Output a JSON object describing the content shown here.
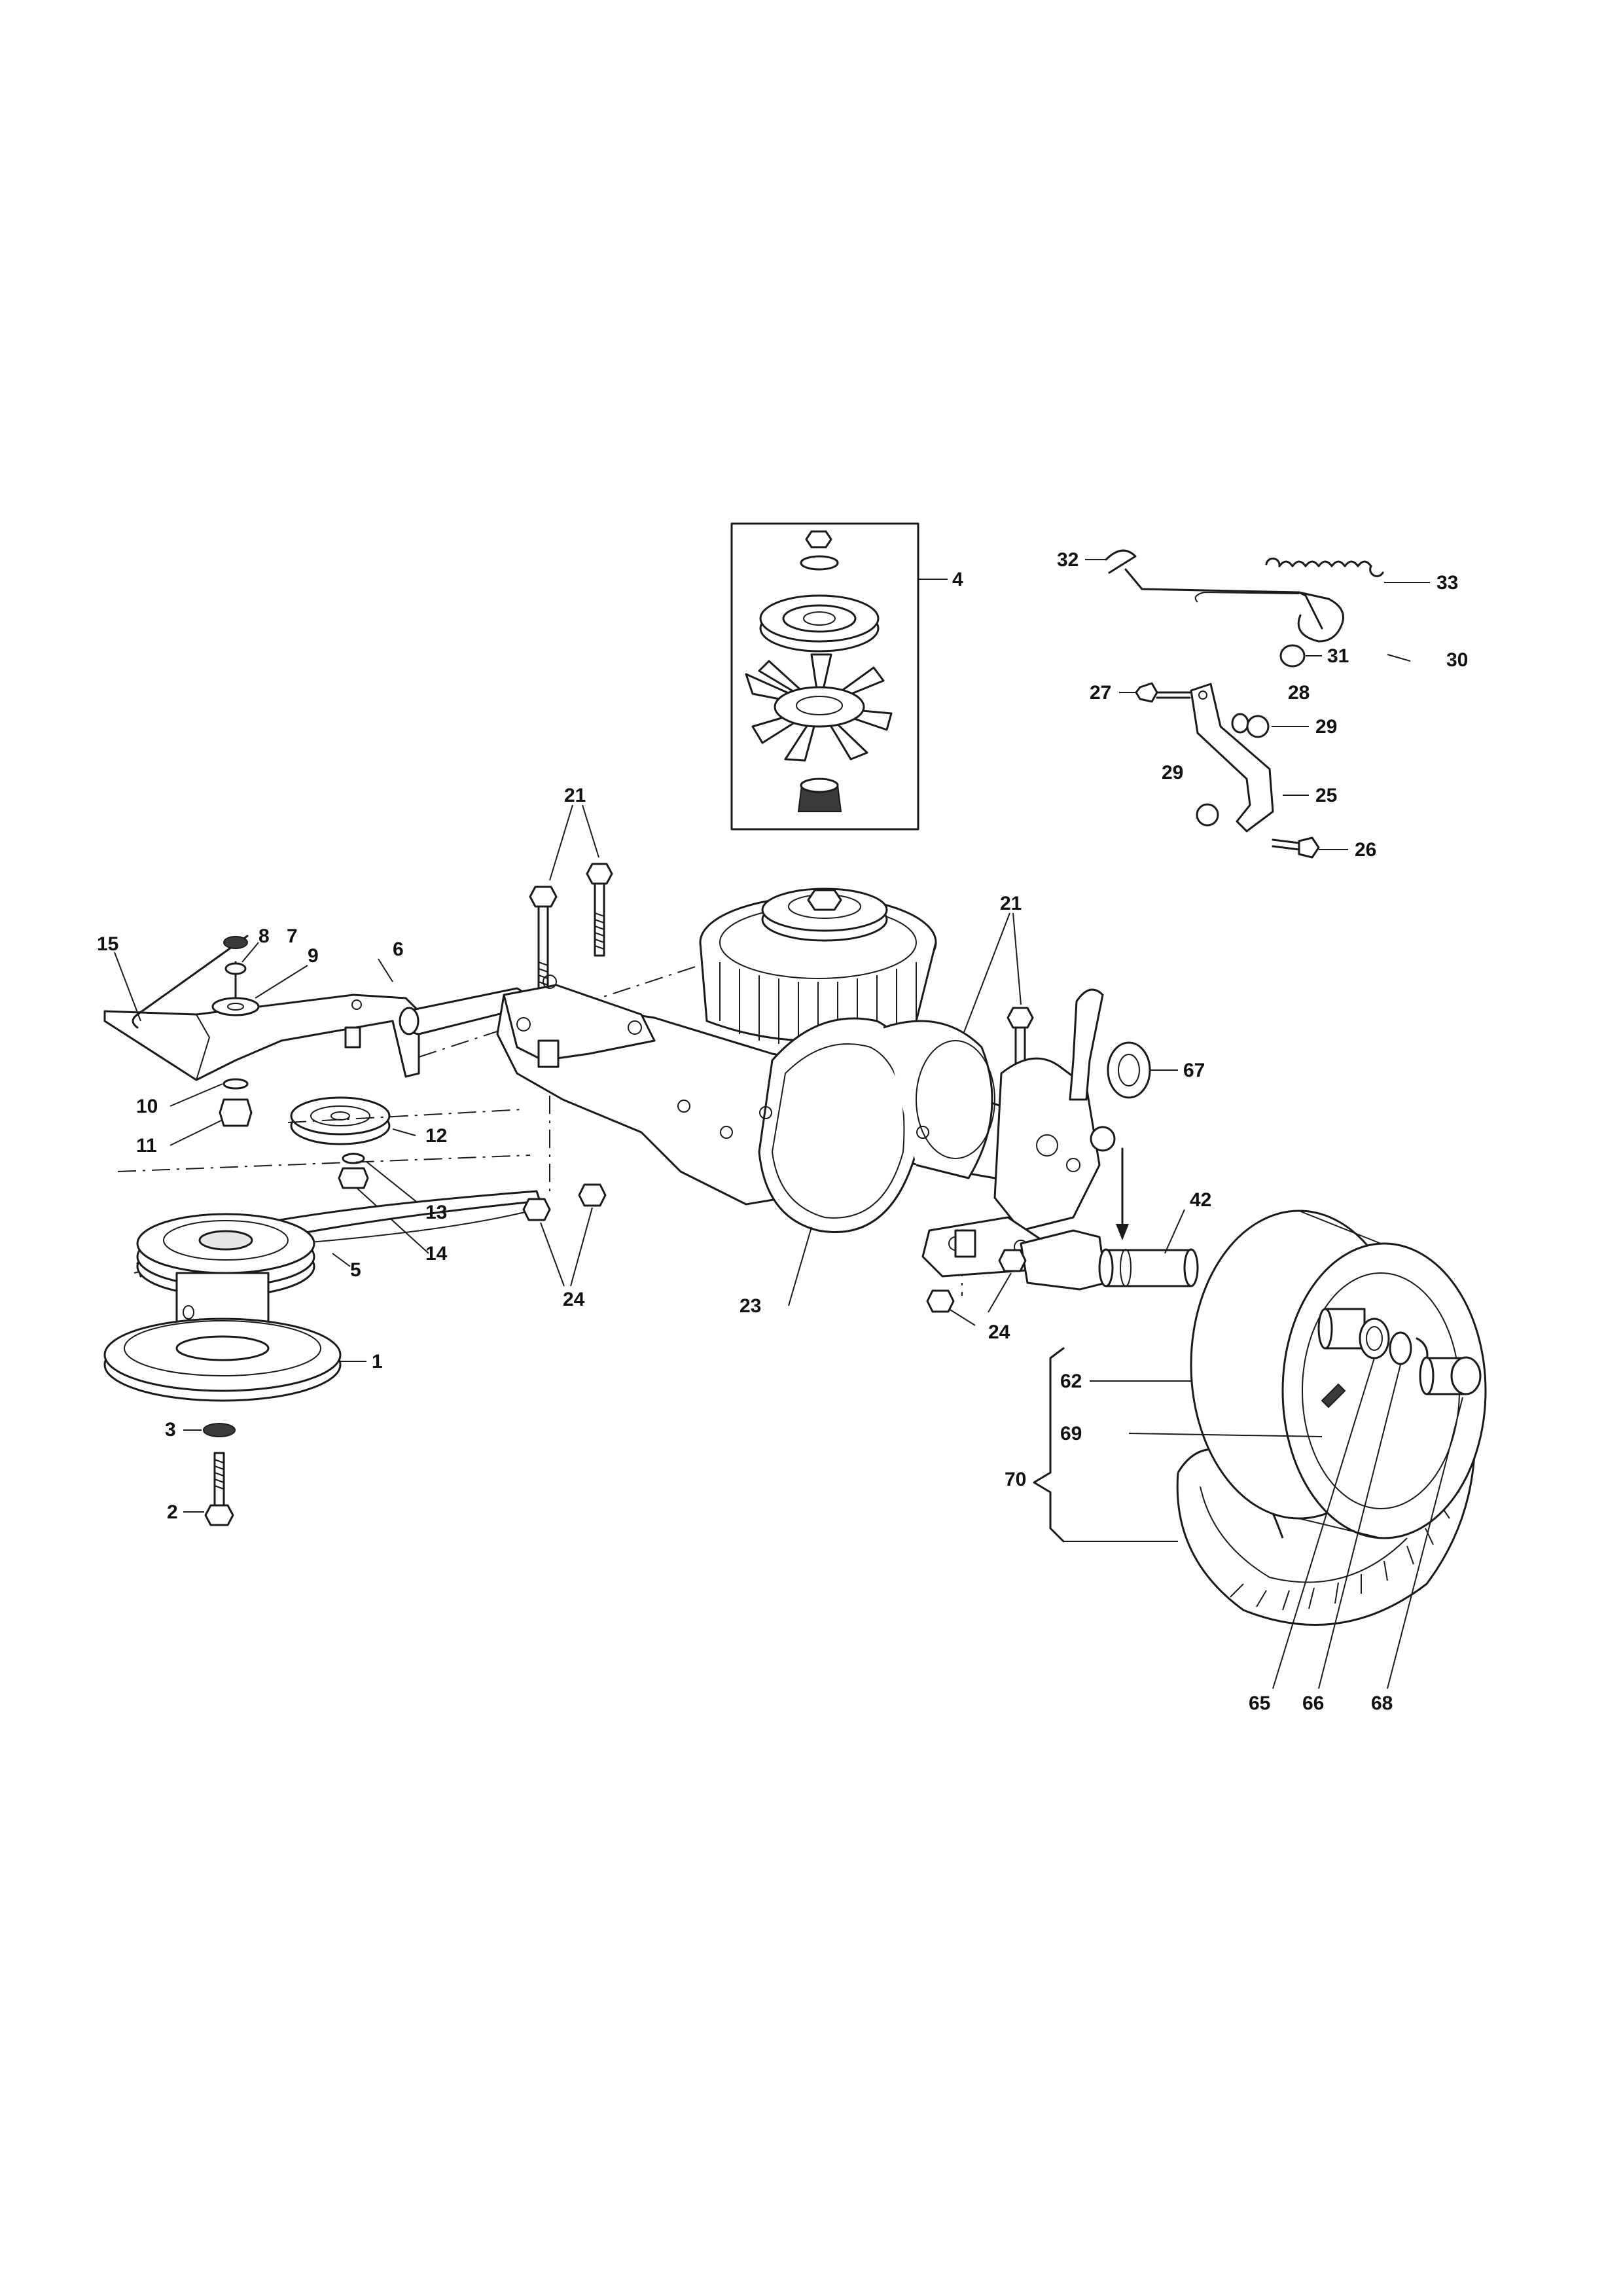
{
  "labels": [
    {
      "id": "1",
      "text": "1"
    },
    {
      "id": "2",
      "text": "2"
    },
    {
      "id": "3",
      "text": "3"
    },
    {
      "id": "4",
      "text": "4"
    },
    {
      "id": "5",
      "text": "5"
    },
    {
      "id": "6",
      "text": "6"
    },
    {
      "id": "7",
      "text": "7"
    },
    {
      "id": "8",
      "text": "8"
    },
    {
      "id": "9",
      "text": "9"
    },
    {
      "id": "10",
      "text": "10"
    },
    {
      "id": "11",
      "text": "11"
    },
    {
      "id": "12",
      "text": "12"
    },
    {
      "id": "13",
      "text": "13"
    },
    {
      "id": "14",
      "text": "14"
    },
    {
      "id": "15",
      "text": "15"
    },
    {
      "id": "21a",
      "text": "21"
    },
    {
      "id": "21b",
      "text": "21"
    },
    {
      "id": "23",
      "text": "23"
    },
    {
      "id": "24a",
      "text": "24"
    },
    {
      "id": "24b",
      "text": "24"
    },
    {
      "id": "25",
      "text": "25"
    },
    {
      "id": "26",
      "text": "26"
    },
    {
      "id": "27",
      "text": "27"
    },
    {
      "id": "28",
      "text": "28"
    },
    {
      "id": "29a",
      "text": "29"
    },
    {
      "id": "29b",
      "text": "29"
    },
    {
      "id": "30",
      "text": "30"
    },
    {
      "id": "31",
      "text": "31"
    },
    {
      "id": "32",
      "text": "32"
    },
    {
      "id": "33",
      "text": "33"
    },
    {
      "id": "42",
      "text": "42"
    },
    {
      "id": "62",
      "text": "62"
    },
    {
      "id": "65",
      "text": "65"
    },
    {
      "id": "66",
      "text": "66"
    },
    {
      "id": "67",
      "text": "67"
    },
    {
      "id": "68",
      "text": "68"
    },
    {
      "id": "69",
      "text": "69"
    },
    {
      "id": "70",
      "text": "70"
    }
  ]
}
